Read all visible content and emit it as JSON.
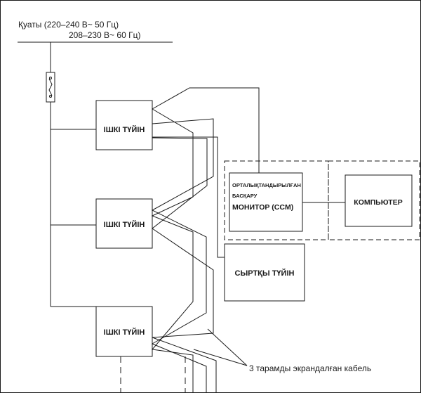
{
  "power": {
    "line1": "Қуаты (220–240 В~ 50 Гц)",
    "line2": "208–230 В~ 60 Гц)"
  },
  "indoor_units": [
    {
      "label": "ІШКІ ТҮЙІН"
    },
    {
      "label": "ІШКІ ТҮЙІН"
    },
    {
      "label": "ІШКІ ТҮЙІН"
    }
  ],
  "ccm": {
    "line1": "ОРТАЛЫҚТАНДЫРЫЛҒАН",
    "line2": "БАСҚАРУ",
    "line3": "МОНИТОР (CCM)"
  },
  "computer": {
    "label": "КОМПЬЮТЕР"
  },
  "outdoor_unit": {
    "label": "СЫРТҚЫ ТҮЙІН"
  },
  "cable_label": "3 тарамды экрандалған кабель",
  "colors": {
    "line": "#1a1a1a",
    "background": "#ffffff"
  }
}
